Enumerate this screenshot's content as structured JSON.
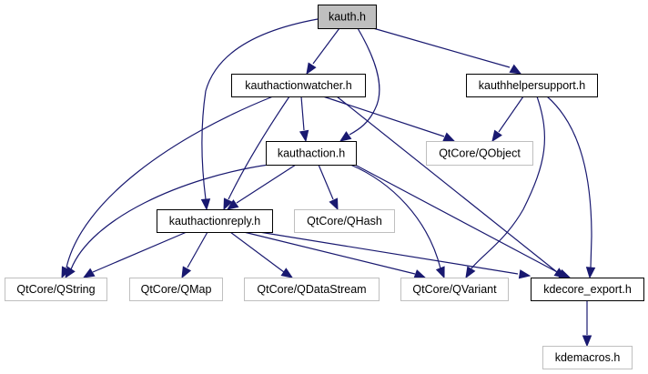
{
  "title": "kauth.h include dependency graph",
  "colors": {
    "edge": "#191970",
    "root_fill": "#bfbfbf",
    "root_stroke": "#000000",
    "documented_stroke": "#000000",
    "external_stroke": "#bfbfbf",
    "node_fill": "#ffffff"
  },
  "nodes": [
    {
      "id": "kauth",
      "label": "kauth.h",
      "kind": "root"
    },
    {
      "id": "kauthactionwatcher",
      "label": "kauthactionwatcher.h",
      "kind": "documented"
    },
    {
      "id": "kauthhelpersupport",
      "label": "kauthhelpersupport.h",
      "kind": "documented"
    },
    {
      "id": "kauthaction",
      "label": "kauthaction.h",
      "kind": "documented"
    },
    {
      "id": "qobject",
      "label": "QtCore/QObject",
      "kind": "external"
    },
    {
      "id": "kauthactionreply",
      "label": "kauthactionreply.h",
      "kind": "documented"
    },
    {
      "id": "qhash",
      "label": "QtCore/QHash",
      "kind": "external"
    },
    {
      "id": "qstring",
      "label": "QtCore/QString",
      "kind": "external"
    },
    {
      "id": "qmap",
      "label": "QtCore/QMap",
      "kind": "external"
    },
    {
      "id": "qdatastream",
      "label": "QtCore/QDataStream",
      "kind": "external"
    },
    {
      "id": "qvariant",
      "label": "QtCore/QVariant",
      "kind": "external"
    },
    {
      "id": "kdecore_export",
      "label": "kdecore_export.h",
      "kind": "documented"
    },
    {
      "id": "kdemacros",
      "label": "kdemacros.h",
      "kind": "external"
    }
  ],
  "edges": [
    {
      "from": "kauth",
      "to": "kauthactionwatcher"
    },
    {
      "from": "kauth",
      "to": "kauthaction"
    },
    {
      "from": "kauth",
      "to": "kauthactionreply"
    },
    {
      "from": "kauth",
      "to": "kauthhelpersupport"
    },
    {
      "from": "kauthactionwatcher",
      "to": "kauthaction"
    },
    {
      "from": "kauthactionwatcher",
      "to": "kauthactionreply"
    },
    {
      "from": "kauthactionwatcher",
      "to": "qstring"
    },
    {
      "from": "kauthactionwatcher",
      "to": "qobject"
    },
    {
      "from": "kauthactionwatcher",
      "to": "kdecore_export"
    },
    {
      "from": "kauthhelpersupport",
      "to": "qobject"
    },
    {
      "from": "kauthhelpersupport",
      "to": "qvariant"
    },
    {
      "from": "kauthhelpersupport",
      "to": "kdecore_export"
    },
    {
      "from": "kauthaction",
      "to": "kauthactionreply"
    },
    {
      "from": "kauthaction",
      "to": "qstring"
    },
    {
      "from": "kauthaction",
      "to": "qhash"
    },
    {
      "from": "kauthaction",
      "to": "qvariant"
    },
    {
      "from": "kauthaction",
      "to": "kdecore_export"
    },
    {
      "from": "kauthactionreply",
      "to": "qstring"
    },
    {
      "from": "kauthactionreply",
      "to": "qmap"
    },
    {
      "from": "kauthactionreply",
      "to": "qdatastream"
    },
    {
      "from": "kauthactionreply",
      "to": "qvariant"
    },
    {
      "from": "kauthactionreply",
      "to": "kdecore_export"
    },
    {
      "from": "kdecore_export",
      "to": "kdemacros"
    }
  ]
}
